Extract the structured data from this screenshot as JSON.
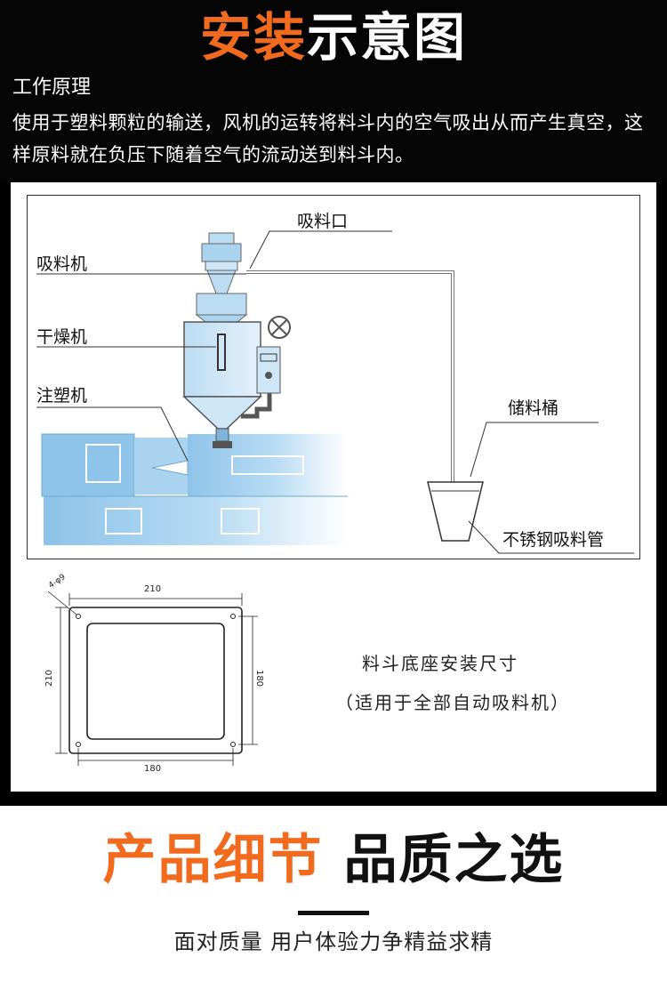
{
  "header": {
    "title_accent": "安装",
    "title_rest": "示意图"
  },
  "principle": {
    "heading": "工作原理",
    "text": "使用于塑料颗粒的输送，风机的运转将料斗内的空气吸出从而产生真空，这样原料就在负压下随着空气的流动送到料斗内。"
  },
  "diagram": {
    "labels": {
      "inlet": "吸料口",
      "loader": "吸料机",
      "dryer": "干燥机",
      "injection": "注塑机",
      "bucket": "储料桶",
      "pipe": "不锈钢吸料管"
    }
  },
  "dimensions": {
    "hole_note": "4-φ9",
    "top_width": "210",
    "left_height": "210",
    "right_height": "180",
    "bottom_width": "180",
    "caption_line1": "料斗底座安装尺寸",
    "caption_line2": "（适用于全部自动吸料机）"
  },
  "footer": {
    "title_accent": "产品细节",
    "title_dark": "品质之选",
    "slogan": "面对质量 用户体验力争精益求精"
  },
  "colors": {
    "accent": "#f26a1e",
    "machine_blue": "#a9d3ef"
  }
}
